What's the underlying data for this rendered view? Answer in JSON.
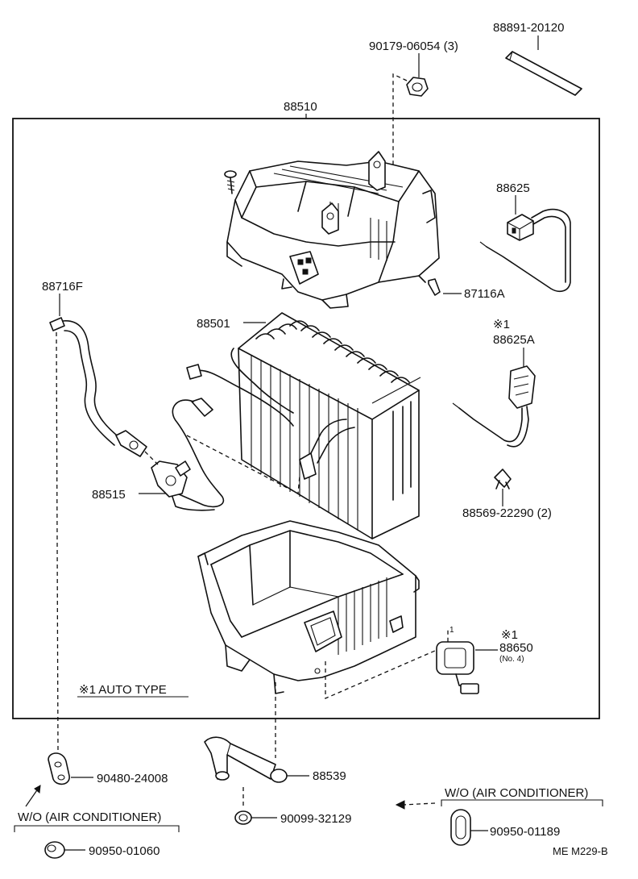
{
  "diagram": {
    "frame_label": "88510",
    "labels": {
      "p88891_20120": "88891-20120",
      "p90179_06054": "90179-06054 (3)",
      "p88625": "88625",
      "p87116A": "87116A",
      "p88716F": "88716F",
      "p88501": "88501",
      "auto_mark_1": "※1",
      "p88625A": "88625A",
      "p88515": "88515",
      "p88569_22290": "88569-22290 (2)",
      "auto_mark_2": "※1",
      "p88650": "88650",
      "p88650_note": "(No. 4)",
      "callout_1": "1",
      "auto_type": "※1 AUTO TYPE",
      "p90480_24008": "90480-24008",
      "p88539": "88539",
      "wo_ac_left": "W/O (AIR CONDITIONER)",
      "p90099_32129": "90099-32129",
      "wo_ac_right": "W/O (AIR CONDITIONER)",
      "p90950_01189": "90950-01189",
      "p90950_01060": "90950-01060",
      "drawing_code": "ME M229-B"
    }
  }
}
